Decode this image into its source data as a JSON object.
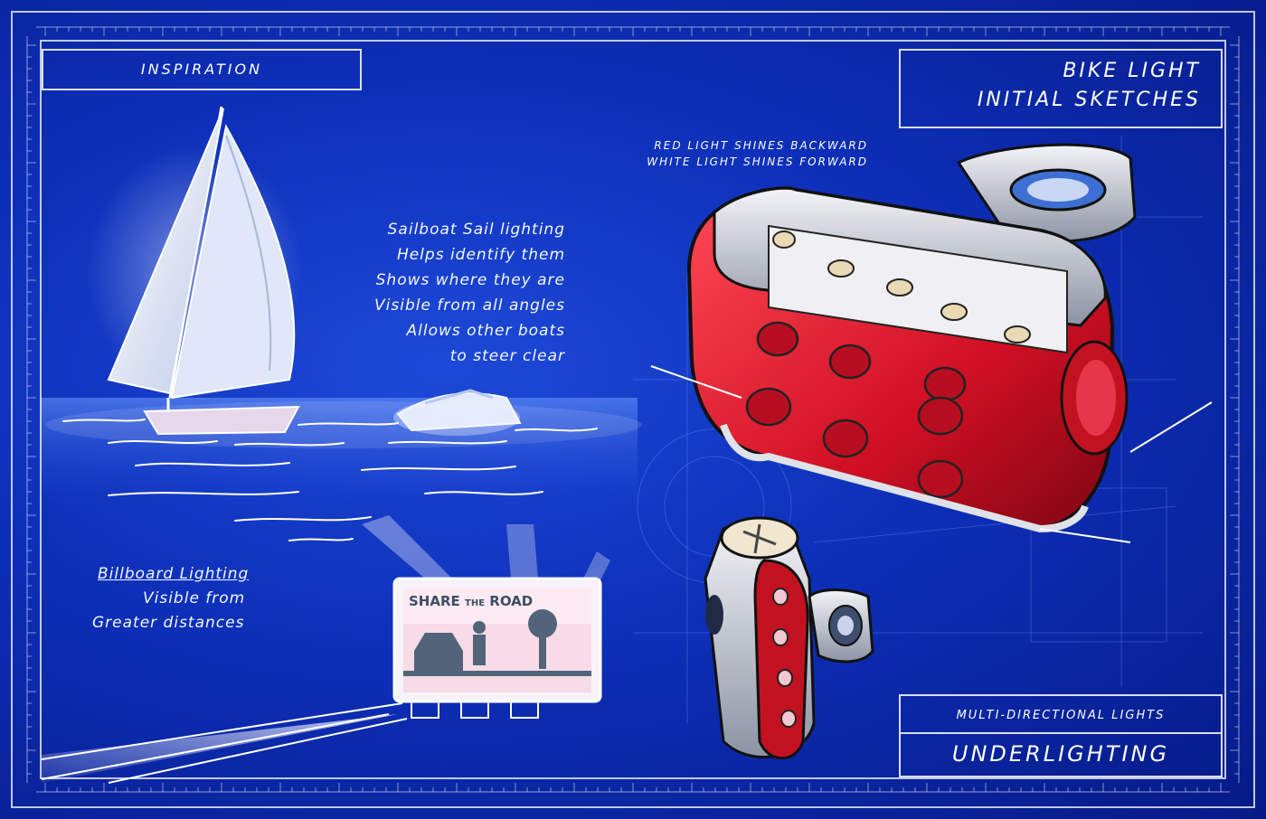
{
  "labels": {
    "inspiration": "INSPIRATION",
    "title_line1": "BIKE LIGHT",
    "title_line2": "INITIAL SKETCHES",
    "light_note_line1": "RED LIGHT SHINES BACKWARD",
    "light_note_line2": "WHITE LIGHT SHINES FORWARD",
    "multi_directional": "MULTI-DIRECTIONAL LIGHTS",
    "underlighting": "UNDERLIGHTING"
  },
  "sailboat_notes": [
    "Sailboat Sail lighting",
    "Helps identify them",
    "Shows where they are",
    "Visible from all angles",
    "Allows other boats",
    "to steer clear"
  ],
  "billboard_notes": [
    "Billboard Lighting",
    "Visible from",
    "Greater distances"
  ],
  "billboard_sign": {
    "text": "SHARE THE ROAD",
    "word1": "SHARE",
    "word2": "THE",
    "word3": "ROAD"
  },
  "colors": {
    "blueprint_bg": "#0d2fb8",
    "grid_line": "#ffffff",
    "light_red": "#d4142a",
    "shell_silver": "#c9ccd3"
  }
}
